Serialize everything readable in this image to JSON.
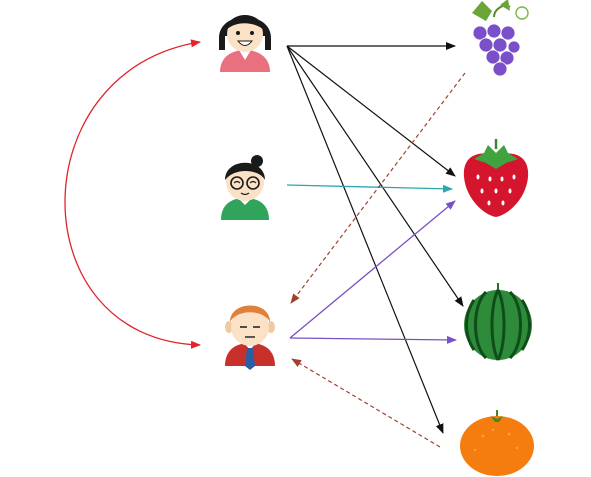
{
  "diagram": {
    "people": [
      {
        "id": "woman",
        "icon": "woman-icon"
      },
      {
        "id": "girl",
        "icon": "girl-with-glasses-icon"
      },
      {
        "id": "man",
        "icon": "man-with-tie-icon"
      }
    ],
    "fruits": [
      {
        "id": "grapes",
        "icon": "grapes-icon"
      },
      {
        "id": "strawberry",
        "icon": "strawberry-icon"
      },
      {
        "id": "watermelon",
        "icon": "watermelon-icon"
      },
      {
        "id": "orange",
        "icon": "orange-icon"
      }
    ],
    "edges": [
      {
        "from": "woman",
        "to": "grapes",
        "style": "solid",
        "color": "#111111"
      },
      {
        "from": "woman",
        "to": "strawberry",
        "style": "solid",
        "color": "#111111"
      },
      {
        "from": "woman",
        "to": "watermelon",
        "style": "solid",
        "color": "#111111"
      },
      {
        "from": "woman",
        "to": "orange",
        "style": "solid",
        "color": "#111111"
      },
      {
        "from": "girl",
        "to": "strawberry",
        "style": "solid",
        "color": "#2aa7b0"
      },
      {
        "from": "man",
        "to": "strawberry",
        "style": "solid",
        "color": "#7c4fc4"
      },
      {
        "from": "man",
        "to": "watermelon",
        "style": "solid",
        "color": "#7c4fc4"
      },
      {
        "from": "grapes",
        "to": "man",
        "style": "dashed",
        "color": "#a0412d"
      },
      {
        "from": "orange",
        "to": "man",
        "style": "dashed",
        "color": "#a0412d"
      },
      {
        "from": "woman",
        "to": "man",
        "style": "curved-bidirectional",
        "color": "#e0242a"
      }
    ]
  }
}
